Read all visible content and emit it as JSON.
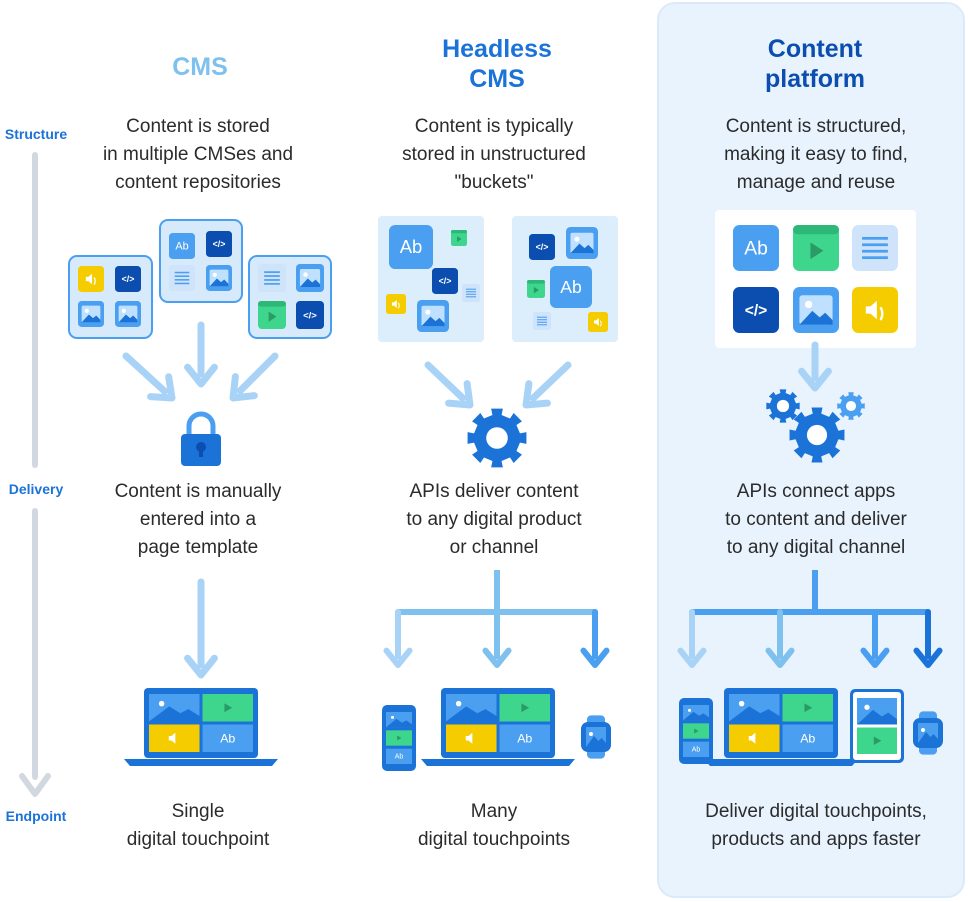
{
  "row_labels": {
    "structure": "Structure",
    "delivery": "Delivery",
    "endpoint": "Endpoint"
  },
  "columns": {
    "cms": {
      "title": "CMS",
      "structure": [
        "Content is stored",
        "in multiple CMSes and",
        "content repositories"
      ],
      "delivery": [
        "Content is manually",
        "entered into a",
        "page template"
      ],
      "endpoint": [
        "Single",
        "digital touchpoint"
      ]
    },
    "headless": {
      "title": [
        "Headless",
        "CMS"
      ],
      "structure": [
        "Content is typically",
        "stored in unstructured",
        "\"buckets\""
      ],
      "delivery": [
        "APIs deliver content",
        "to any digital product",
        "or channel"
      ],
      "endpoint": [
        "Many",
        "digital touchpoints"
      ]
    },
    "platform": {
      "title": [
        "Content",
        "platform"
      ],
      "structure": [
        "Content is structured,",
        "making it easy to find,",
        "manage and reuse"
      ],
      "delivery": [
        "APIs connect apps",
        "to content and deliver",
        "to any digital channel"
      ],
      "endpoint": [
        "Deliver digital touchpoints,",
        "products and apps faster"
      ]
    }
  },
  "tile_text": {
    "ab": "Ab",
    "code": "</>"
  },
  "colors": {
    "blue": "#1b73d8",
    "dark_blue": "#0b4eb0",
    "light_blue": "#4a9ff0",
    "pale_blue": "#7ec0ee",
    "green": "#3dd68c",
    "yellow": "#f5cc00",
    "highlight_bg": "#e8f3fd"
  },
  "icons": [
    "text-tile-icon",
    "code-tile-icon",
    "document-tile-icon",
    "image-tile-icon",
    "video-tile-icon",
    "audio-tile-icon",
    "lock-icon",
    "gear-icon",
    "laptop-icon",
    "phone-icon",
    "watch-icon",
    "tablet-icon"
  ]
}
